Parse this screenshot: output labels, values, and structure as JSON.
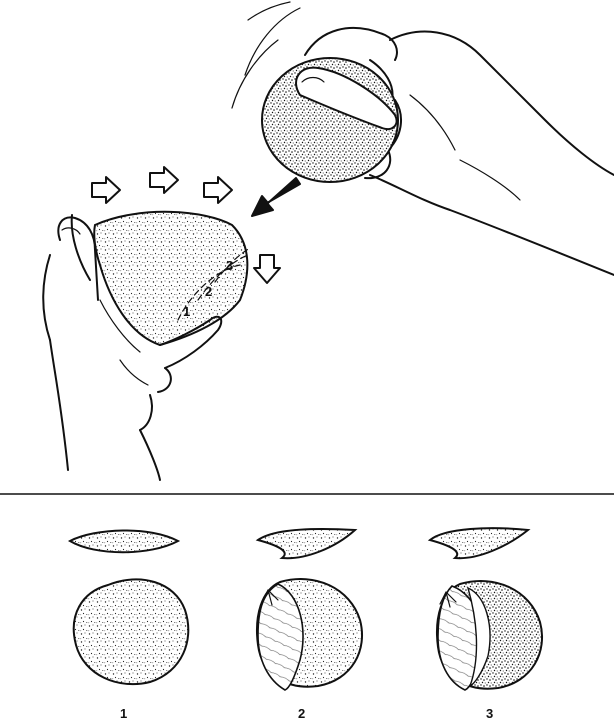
{
  "figure": {
    "background": "#ffffff",
    "ink": "#111111",
    "top_panel": {
      "removal_sequence_labels": [
        "1",
        "2",
        "3"
      ],
      "icons": [
        "hammerstone-in-hand",
        "core-in-hand",
        "strike-arrow",
        "rotation-arrows",
        "flake-drop-arrow"
      ]
    },
    "bottom_panel": {
      "stage_labels": [
        "1",
        "2",
        "3"
      ]
    }
  }
}
